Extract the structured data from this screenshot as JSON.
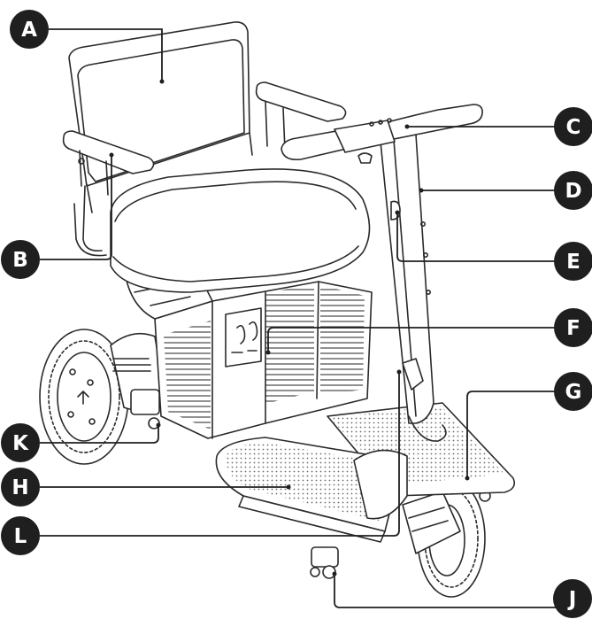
{
  "callouts": [
    {
      "id": "A",
      "letter": "A"
    },
    {
      "id": "B",
      "letter": "B"
    },
    {
      "id": "C",
      "letter": "C"
    },
    {
      "id": "D",
      "letter": "D"
    },
    {
      "id": "E",
      "letter": "E"
    },
    {
      "id": "F",
      "letter": "F"
    },
    {
      "id": "G",
      "letter": "G"
    },
    {
      "id": "K",
      "letter": "K"
    },
    {
      "id": "H",
      "letter": "H"
    },
    {
      "id": "L",
      "letter": "L"
    },
    {
      "id": "J",
      "letter": "J"
    }
  ],
  "colors": {
    "line": "#2a2a2a",
    "badge": "#1f1f1f",
    "badge_text": "#ffffff",
    "background": "#ffffff"
  }
}
